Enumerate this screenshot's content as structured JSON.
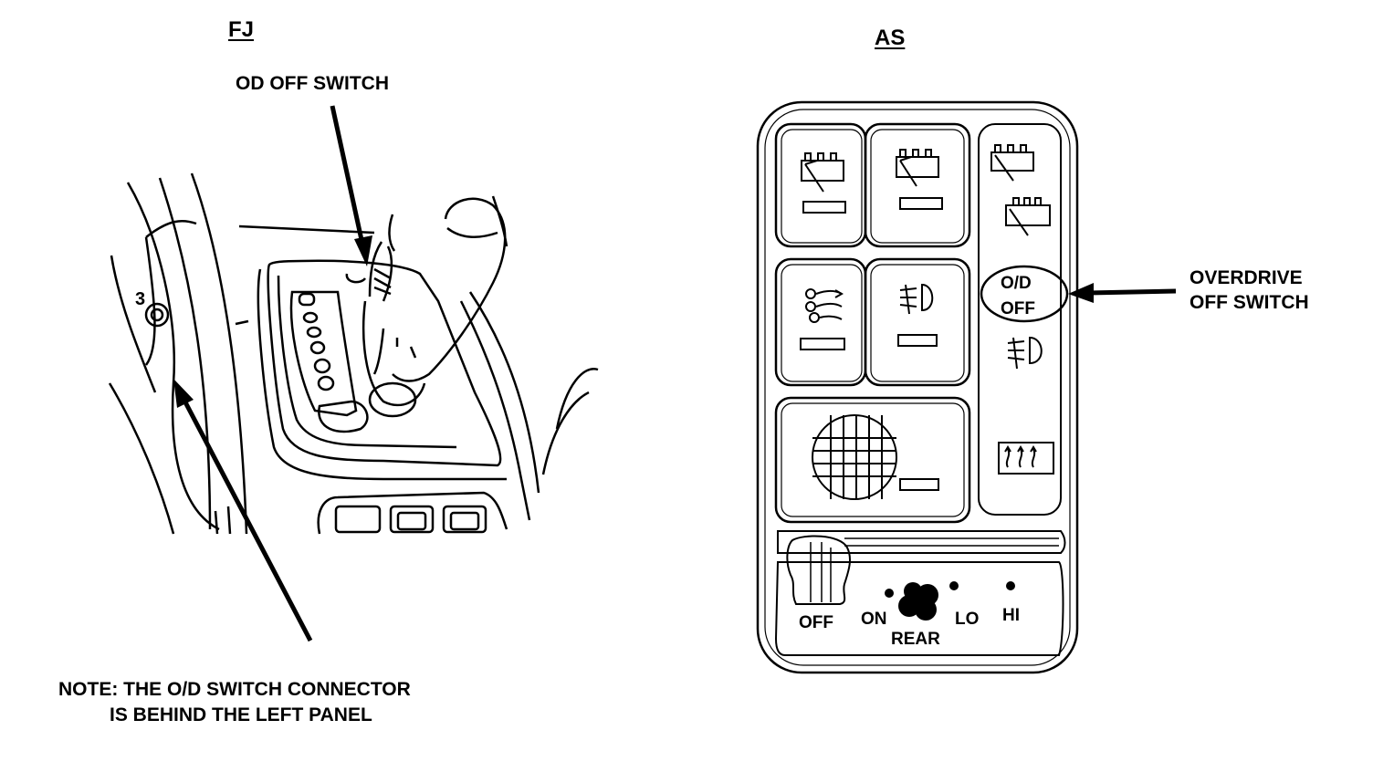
{
  "left_panel": {
    "heading": "FJ",
    "callout_switch": "OD OFF SWITCH",
    "note_line1": "NOTE: THE O/D SWITCH CONNECTOR",
    "note_line2": "IS BEHIND THE LEFT PANEL",
    "bezel_number": "3"
  },
  "right_panel": {
    "heading": "AS",
    "callout_line1": "OVERDRIVE",
    "callout_line2": "OFF SWITCH",
    "od_switch_line1": "O/D",
    "od_switch_line2": "OFF",
    "blower": {
      "off": "OFF",
      "on": "ON",
      "rear": "REAR",
      "lo": "LO",
      "hi": "HI"
    }
  },
  "icons": [
    "wiper-icon",
    "rear-wiper-icon",
    "washer-icon",
    "fog-lamp-icon",
    "speaker-grille-icon",
    "rear-defrost-icon",
    "arrow-icon"
  ]
}
